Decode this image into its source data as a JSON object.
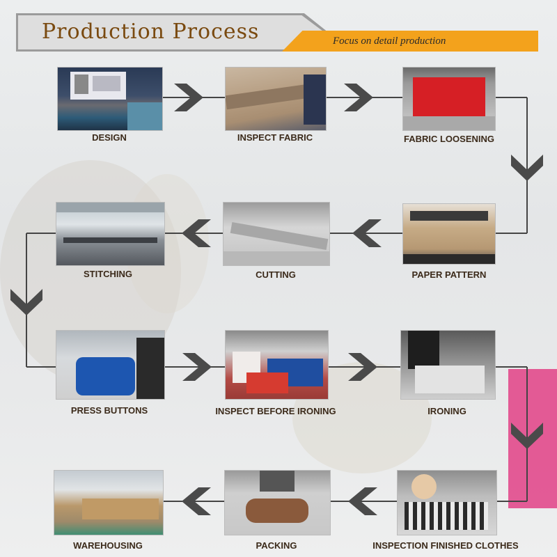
{
  "header": {
    "title": "Production Process",
    "subtitle": "Focus on detail production"
  },
  "steps": [
    {
      "label": "DESIGN",
      "icon": "design-photo-icon"
    },
    {
      "label": "INSPECT FABRIC",
      "icon": "inspect-fabric-photo-icon"
    },
    {
      "label": "FABRIC LOOSENING",
      "icon": "fabric-loosening-photo-icon"
    },
    {
      "label": "PAPER PATTERN",
      "icon": "paper-pattern-photo-icon"
    },
    {
      "label": "CUTTING",
      "icon": "cutting-photo-icon"
    },
    {
      "label": "STITCHING",
      "icon": "stitching-photo-icon"
    },
    {
      "label": "PRESS BUTTONS",
      "icon": "press-buttons-photo-icon"
    },
    {
      "label": "INSPECT BEFORE IRONING",
      "icon": "inspect-before-ironing-photo-icon"
    },
    {
      "label": "IRONING",
      "icon": "ironing-photo-icon"
    },
    {
      "label": "INSPECTION FINISHED CLOTHES",
      "icon": "inspection-finished-clothes-photo-icon"
    },
    {
      "label": "PACKING",
      "icon": "packing-photo-icon"
    },
    {
      "label": "WAREHOUSING",
      "icon": "warehousing-photo-icon"
    }
  ],
  "colors": {
    "accent": "#f3a21c",
    "title": "#7a4a10",
    "arrow": "#444444",
    "label": "#3b2a1a"
  }
}
